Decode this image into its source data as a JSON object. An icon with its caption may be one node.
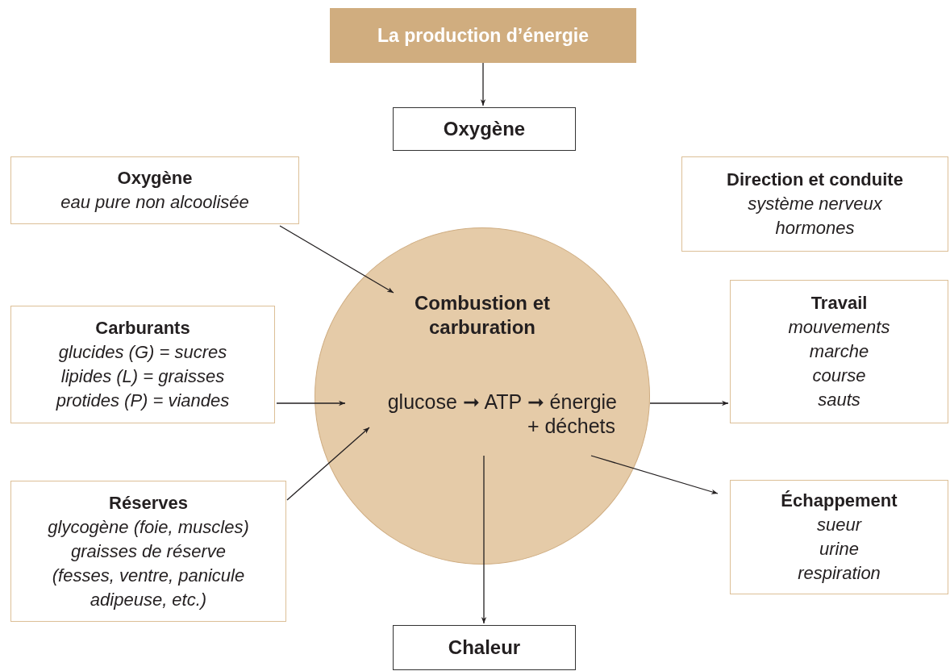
{
  "diagram": {
    "nodes": [
      {
        "text": [
          "La production d’énergie"
        ]
      },
      {
        "text": [
          "Oxygène"
        ]
      },
      {
        "text": [
          "Oxygène",
          "eau pure non alcoolisée"
        ]
      },
      {
        "text": [
          "Direction et conduite",
          "système nerveux",
          "hormones"
        ]
      },
      {
        "text": [
          "Carburants",
          "glucides (G) = sucres",
          "lipides (L) = graisses",
          "protides (P) = viandes"
        ]
      },
      {
        "text": [
          "Combustion et carburation",
          "glucose ➞ ATP ➞ énergie",
          "+ déchets"
        ]
      },
      {
        "text": [
          "Travail",
          "mouvements",
          "marche",
          "course",
          "sauts"
        ]
      },
      {
        "text": [
          "Réserves",
          "glycogène (foie, muscles)",
          "graisses de réserve",
          "(fesses, ventre, panicule",
          "adipeuse, etc.)"
        ]
      },
      {
        "text": [
          "Échappement",
          "sueur",
          "urine",
          "respiration"
        ]
      },
      {
        "text": [
          "Chaleur"
        ]
      }
    ],
    "edges": [
      {
        "from": 0,
        "to": 1,
        "arrow": "to"
      },
      {
        "from": 2,
        "to": 5,
        "arrow": "to"
      },
      {
        "from": 4,
        "to": 5,
        "arrow": "to"
      },
      {
        "from": 7,
        "to": 5,
        "arrow": "to"
      },
      {
        "from": 5,
        "to": 6,
        "arrow": "to"
      },
      {
        "from": 5,
        "to": 8,
        "arrow": "to"
      },
      {
        "from": 5,
        "to": 9,
        "arrow": "to"
      }
    ]
  }
}
